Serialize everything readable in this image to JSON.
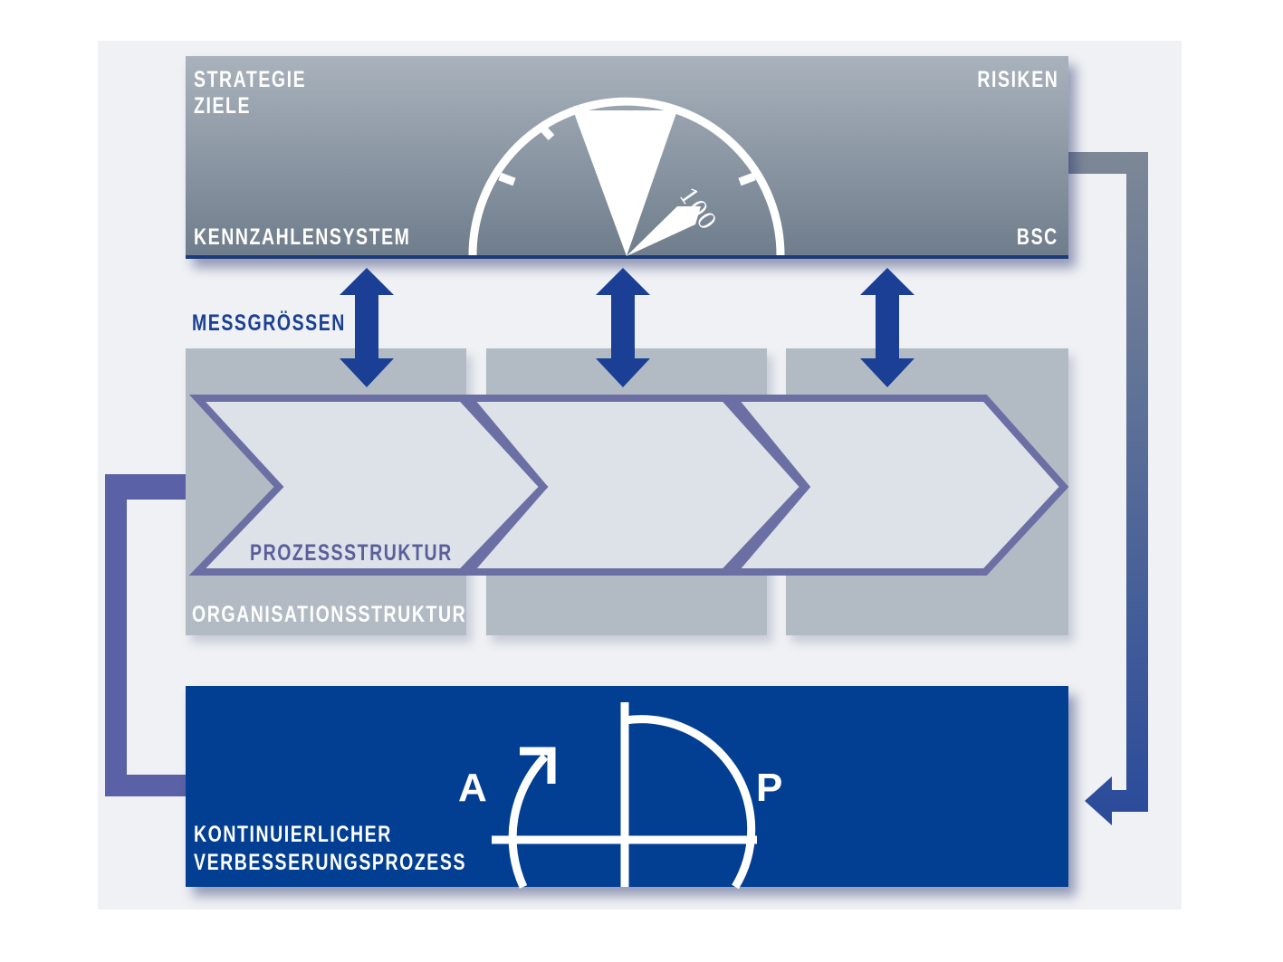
{
  "top_box": {
    "strategie": "STRATEGIE",
    "ziele": "ZIELE",
    "risiken": "RISIKEN",
    "kennzahlensystem": "KENNZAHLENSYSTEM",
    "bsc": "BSC",
    "gauge_label": "100"
  },
  "middle": {
    "messgroessen": "MESSGRÖSSEN",
    "prozessstruktur": "PROZESSSTRUKTUR",
    "organisationsstruktur": "ORGANISATIONSSTRUKTUR"
  },
  "bottom_box": {
    "line1": "KONTINUIERLICHER",
    "line2": "VERBESSERUNGSPROZESS",
    "a": "A",
    "p": "P"
  },
  "colors": {
    "blue": "#023f93",
    "chevron_stroke": "#6b6fa3",
    "gray": "#b2bbc4"
  }
}
